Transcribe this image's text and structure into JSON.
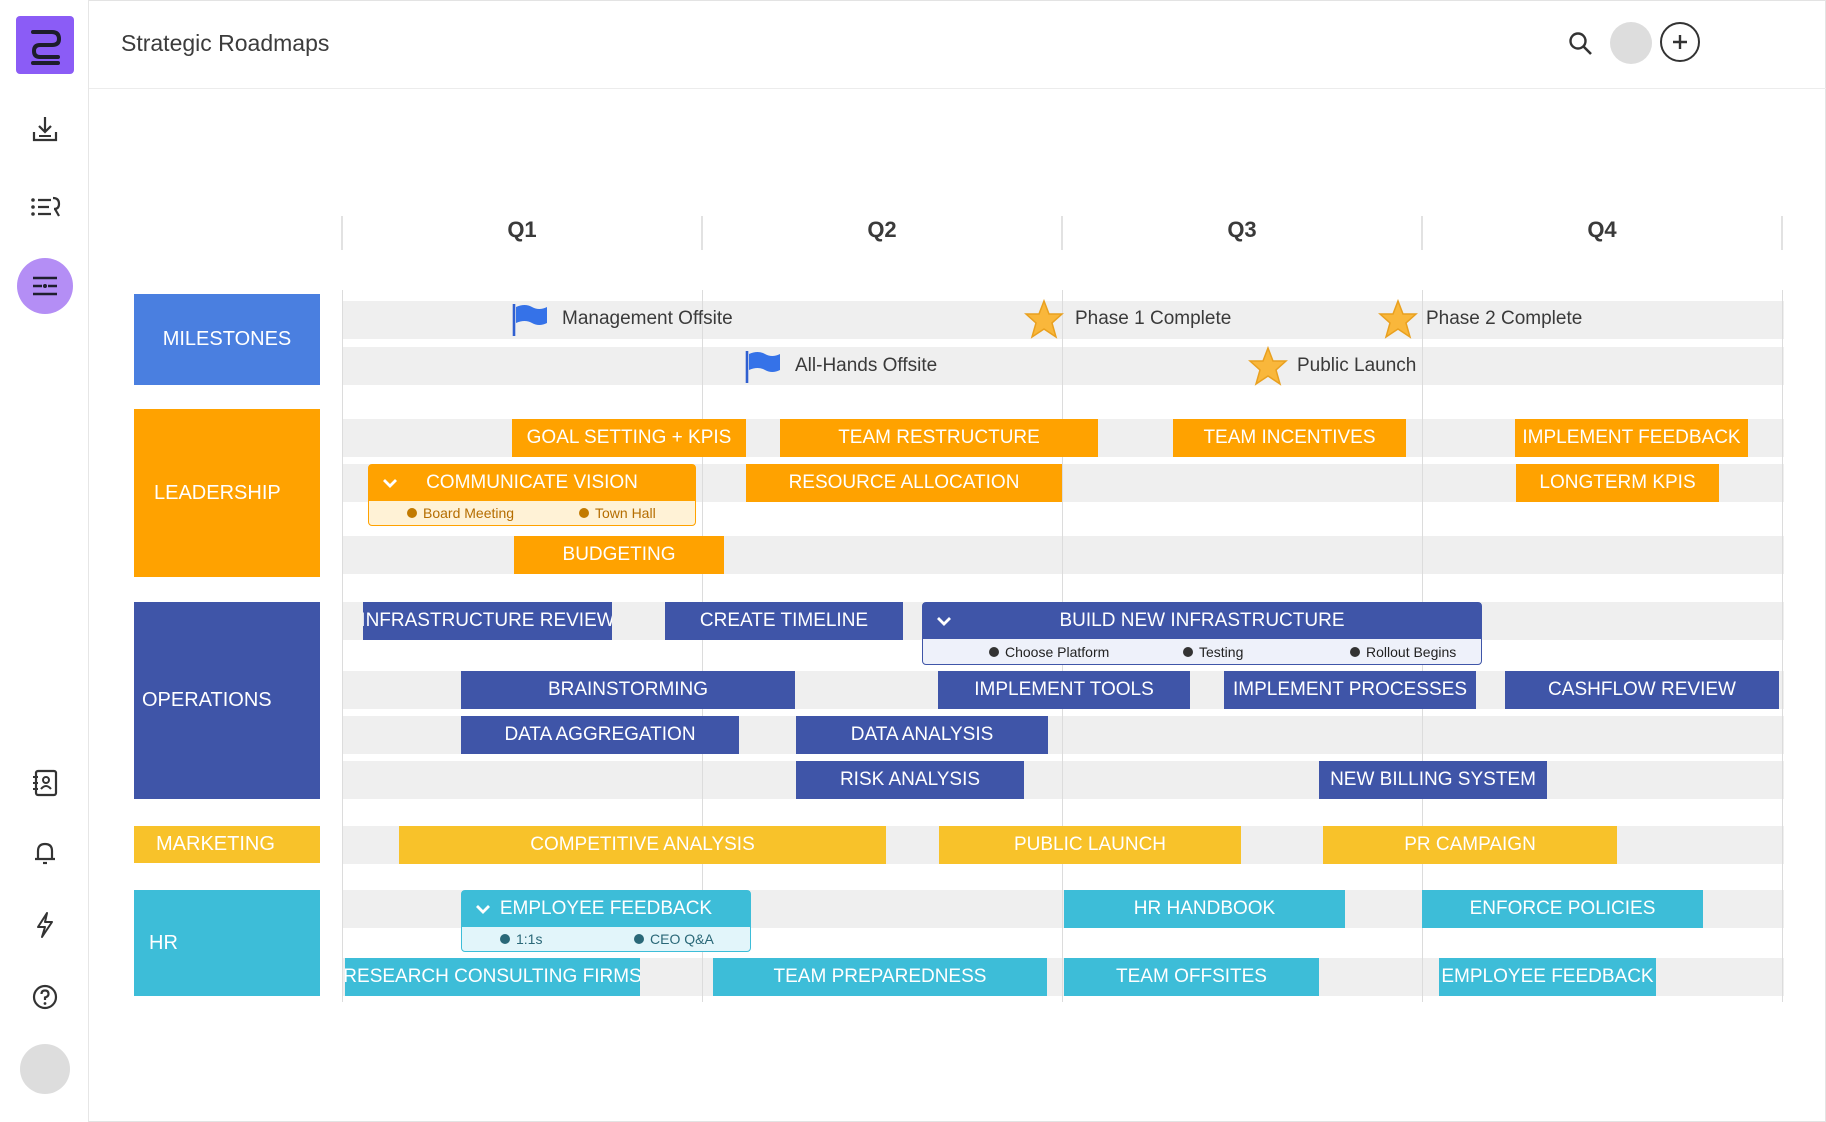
{
  "app": {
    "title": "Strategic Roadmaps"
  },
  "quarters": [
    "Q1",
    "Q2",
    "Q3",
    "Q4"
  ],
  "colors": {
    "milestones": "#4a7fe0",
    "leadership": "#ffa200",
    "operations": "#3f55a8",
    "marketing": "#f8c22a",
    "hr": "#3dbdd8",
    "accent": "#8b5cf6"
  },
  "categories": {
    "milestones": "MILESTONES",
    "leadership": "LEADERSHIP",
    "operations": "OPERATIONS",
    "marketing": "MARKETING",
    "hr": "HR"
  },
  "milestones": [
    {
      "label": "Management Offsite",
      "icon": "flag-icon"
    },
    {
      "label": "Phase 1 Complete",
      "icon": "star-icon"
    },
    {
      "label": "Phase 2 Complete",
      "icon": "star-icon"
    },
    {
      "label": "All-Hands Offsite",
      "icon": "flag-icon"
    },
    {
      "label": "Public Launch",
      "icon": "star-icon"
    }
  ],
  "leadership": {
    "goal_setting": "GOAL SETTING + KPIS",
    "team_restructure": "TEAM RESTRUCTURE",
    "team_incentives": "TEAM INCENTIVES",
    "implement_feedback": "IMPLEMENT FEEDBACK",
    "communicate_vision": {
      "label": "COMMUNICATE VISION",
      "subs": [
        "Board Meeting",
        "Town Hall"
      ]
    },
    "resource_allocation": "RESOURCE ALLOCATION",
    "longterm_kpis": "LONGTERM KPIS",
    "budgeting": "BUDGETING"
  },
  "operations": {
    "infrastructure_review": "INFRASTRUCTURE REVIEW",
    "create_timeline": "CREATE TIMELINE",
    "build_new_infrastructure": {
      "label": "BUILD NEW INFRASTRUCTURE",
      "subs": [
        "Choose Platform",
        "Testing",
        "Rollout Begins"
      ]
    },
    "brainstorming": "BRAINSTORMING",
    "implement_tools": "IMPLEMENT TOOLS",
    "implement_processes": "IMPLEMENT PROCESSES",
    "cashflow_review": "CASHFLOW REVIEW",
    "data_aggregation": "DATA AGGREGATION",
    "data_analysis": "DATA ANALYSIS",
    "risk_analysis": "RISK ANALYSIS",
    "new_billing_system": "NEW BILLING SYSTEM"
  },
  "marketing": {
    "competitive_analysis": "COMPETITIVE ANALYSIS",
    "public_launch": "PUBLIC LAUNCH",
    "pr_campaign": "PR CAMPAIGN"
  },
  "hr": {
    "employee_feedback_group": {
      "label": "EMPLOYEE FEEDBACK",
      "subs": [
        "1:1s",
        "CEO Q&A"
      ]
    },
    "hr_handbook": "HR HANDBOOK",
    "enforce_policies": "ENFORCE POLICIES",
    "research_consulting": "RESEARCH CONSULTING FIRMS",
    "team_preparedness": "TEAM PREPAREDNESS",
    "team_offsites": "TEAM OFFSITES",
    "employee_feedback": "EMPLOYEE FEEDBACK"
  }
}
